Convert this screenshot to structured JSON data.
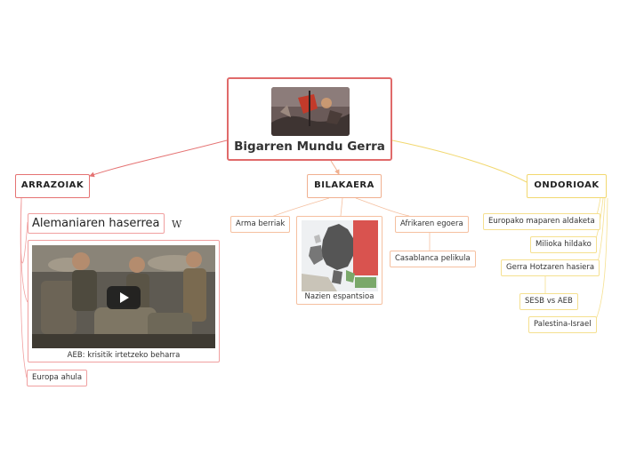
{
  "central": {
    "title": "Bigarren Mundu Gerra",
    "image": "war-painting"
  },
  "topics": {
    "arrazoiak": {
      "label": "ARRAZOIAK",
      "color": "#e57373"
    },
    "bilakaera": {
      "label": "BILAKAERA",
      "color": "#f0b090"
    },
    "ondorioak": {
      "label": "ONDORIOAK",
      "color": "#f2d870"
    }
  },
  "arrazoiak": {
    "alemania": "Alemaniaren haserrea",
    "wiki_glyph": "W",
    "aeb_caption": "AEB: krisitik irtetzeko beharra",
    "europa_ahula": "Europa ahula"
  },
  "bilakaera": {
    "arma": "Arma berriak",
    "map_caption": "Nazien espantsioa",
    "afrika": "Afrikaren egoera",
    "casablanca": "Casablanca pelikula"
  },
  "ondorioak": {
    "europako": "Europako maparen aldaketa",
    "milioka": "Milioka hildako",
    "gerra_hotz": "Gerra Hotzaren hasiera",
    "sesb": "SESB vs AEB",
    "palestina": "Palestina-Israel"
  },
  "icons": {
    "video": "play-icon",
    "wiki": "wikipedia-icon"
  }
}
